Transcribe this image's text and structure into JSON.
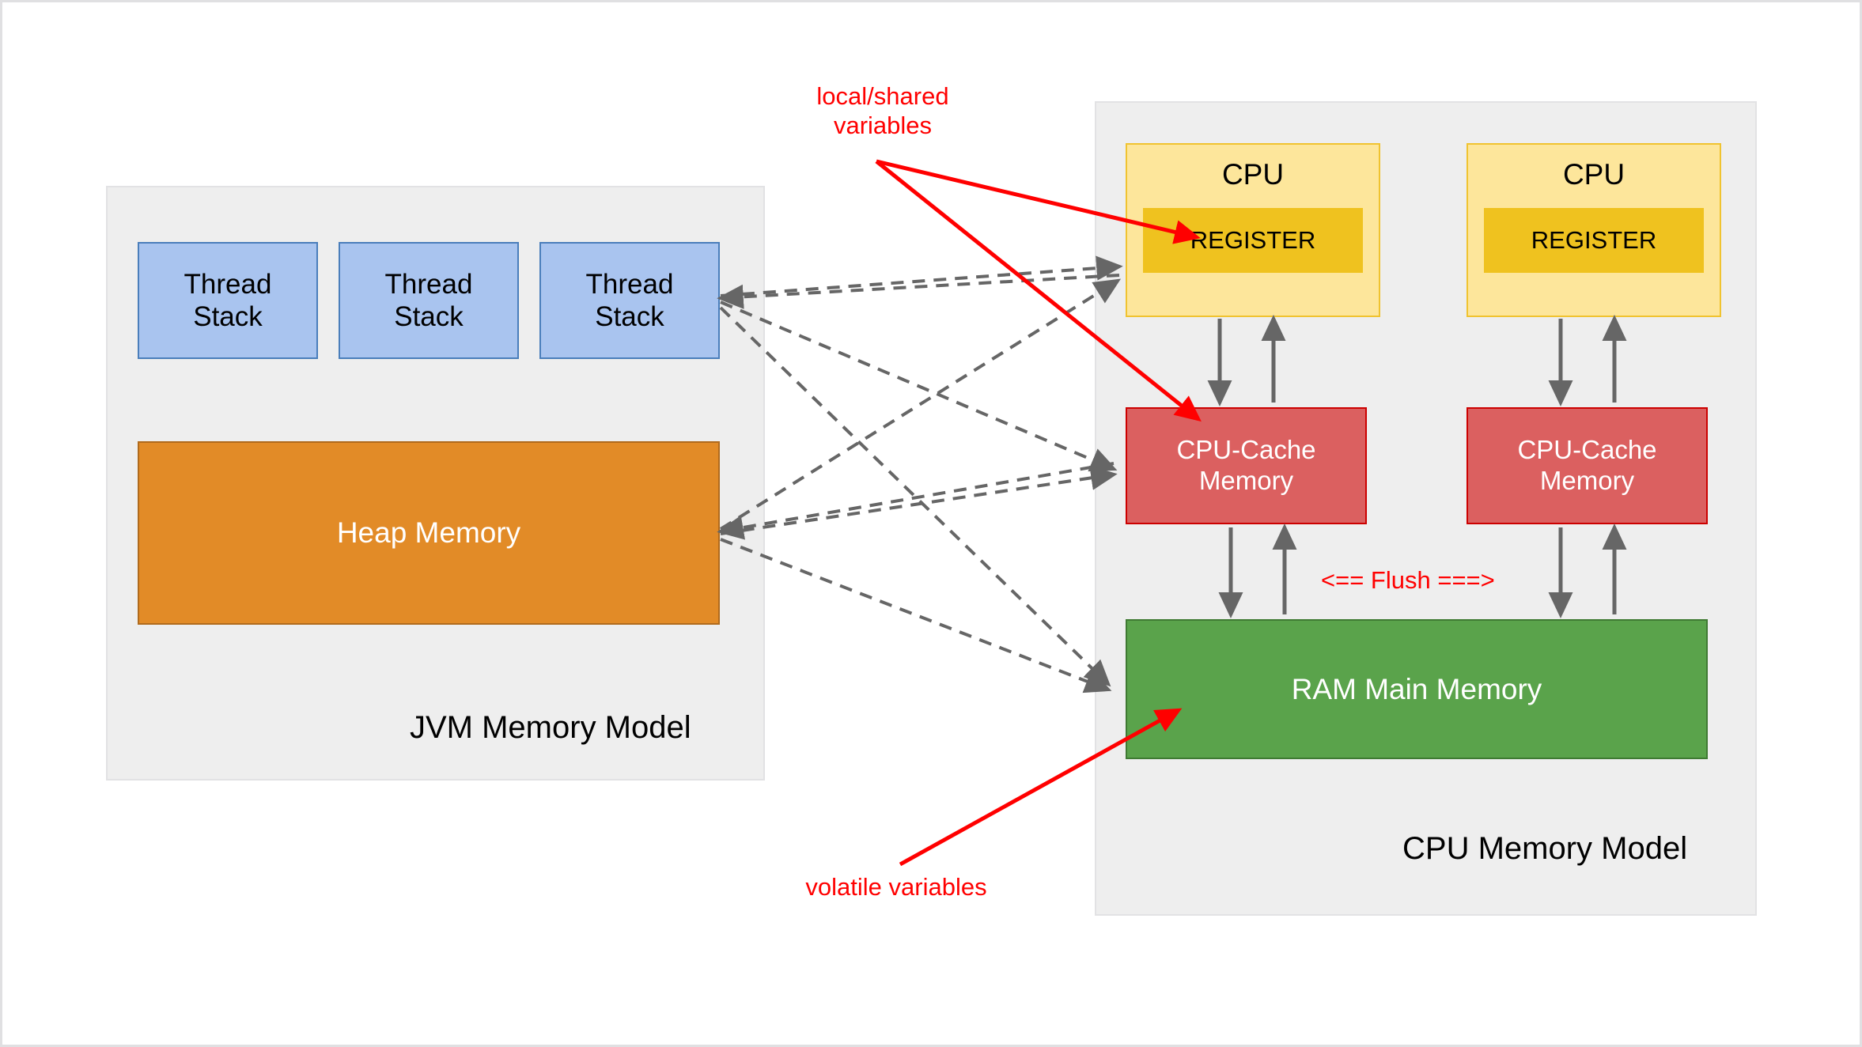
{
  "diagram": {
    "title": "JVM Memory Model and CPU Memory Model",
    "colors": {
      "panel_bg": "#eeeeee",
      "thread_stack": "#A9C4EF",
      "heap": "#E28B27",
      "cpu": "#FDE69B",
      "register": "#EFC21F",
      "cache": "#DB6060",
      "ram": "#5AA34B",
      "annotation_red": "#ff0000",
      "connector_gray": "#666666"
    }
  },
  "jvm_panel": {
    "title": "JVM Memory Model",
    "thread_stacks": [
      {
        "label": "Thread\nStack"
      },
      {
        "label": "Thread\nStack"
      },
      {
        "label": "Thread\nStack"
      }
    ],
    "heap": {
      "label": "Heap Memory"
    }
  },
  "cpu_panel": {
    "title": "CPU Memory Model",
    "cpus": [
      {
        "label": "CPU",
        "register": {
          "label": "REGISTER"
        },
        "cache": {
          "label": "CPU-Cache\nMemory"
        }
      },
      {
        "label": "CPU",
        "register": {
          "label": "REGISTER"
        },
        "cache": {
          "label": "CPU-Cache\nMemory"
        }
      }
    ],
    "ram": {
      "label": "RAM Main Memory"
    },
    "flush_label": "<== Flush ===>"
  },
  "annotations": {
    "local_shared": "local/shared\nvariables",
    "volatile": "volatile variables"
  }
}
